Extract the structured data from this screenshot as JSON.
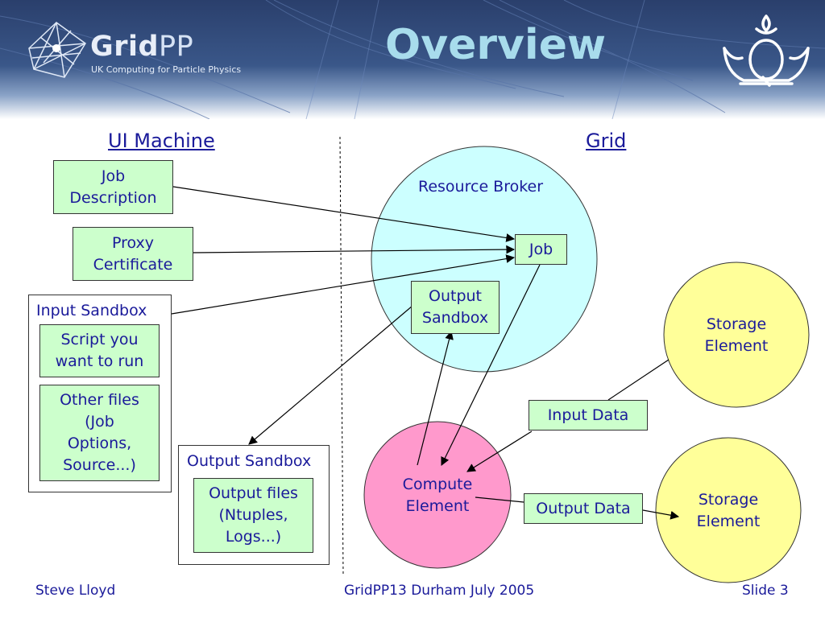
{
  "header": {
    "logo_main": "Grid",
    "logo_pp": "PP",
    "logo_subtitle": "UK Computing for Particle Physics",
    "title": "Overview",
    "crest_icon": "crown-crest-icon"
  },
  "sections": {
    "left_heading": "UI Machine",
    "right_heading": "Grid"
  },
  "ui_machine": {
    "job_description": "Job\nDescription",
    "proxy_certificate": "Proxy\nCertificate",
    "input_sandbox": {
      "label": "Input Sandbox",
      "script": "Script you\nwant to run",
      "other_files": "Other files\n(Job\nOptions,\nSource...)"
    },
    "output_sandbox": {
      "label": "Output Sandbox",
      "output_files": "Output files\n(Ntuples,\nLogs...)"
    }
  },
  "grid": {
    "resource_broker": {
      "label": "Resource Broker",
      "job": "Job",
      "output_sandbox": "Output\nSandbox"
    },
    "compute_element": "Compute\nElement",
    "storage_element_1": "Storage\nElement",
    "storage_element_2": "Storage\nElement",
    "input_data": "Input Data",
    "output_data": "Output Data"
  },
  "colors": {
    "text": "#1a1a9a",
    "box_fill": "#ccffcc",
    "resource_broker_fill": "#ccffff",
    "compute_element_fill": "#ff99cc",
    "storage_element_fill": "#ffff99",
    "title": "#a8dcec"
  },
  "footer": {
    "author": "Steve Lloyd",
    "event": "GridPP13 Durham July 2005",
    "slide": "Slide 3"
  }
}
